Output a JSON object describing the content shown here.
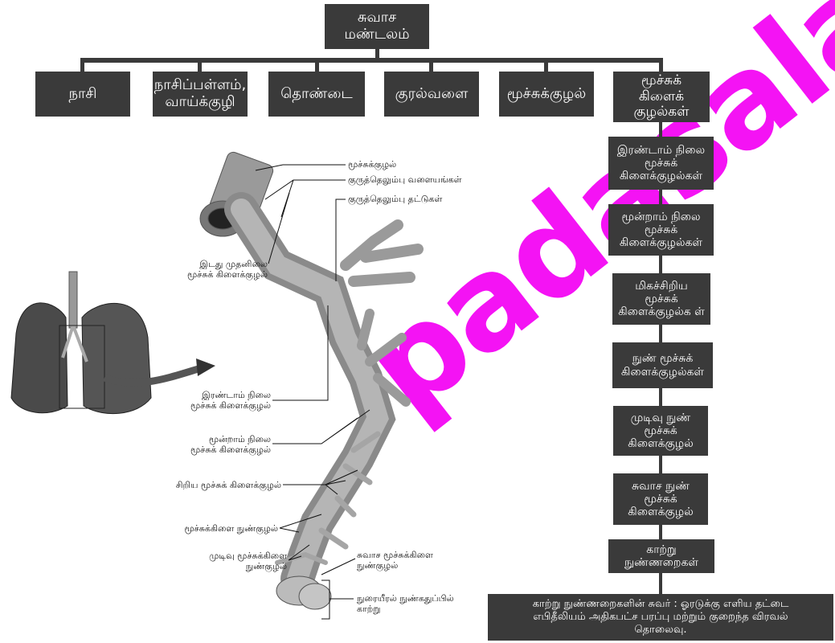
{
  "root": "சுவாச\nமண்டலம்",
  "branches": [
    "நாசி",
    "நாசிப்பள்ளம்,\nவாய்க்குழி",
    "தொண்டை",
    "குரல்வளை",
    "மூச்சுக்குழல்",
    "மூச்சுக்\nகிளைக்\nகுழல்கள்"
  ],
  "chain": [
    "இரண்டாம் நிலை\nமூச்சுக்\nகிளைக்குழல்கள்",
    "மூன்றாம் நிலை\nமூச்சுக்\nகிளைக்குழல்கள்",
    "மிகச்சிறிய\nமூச்சுக்\nகிளைக்குழல்க ள்",
    "நுண் மூச்சுக்\nகிளைக்குழல்கள்",
    "முடிவு நுண்\nமூச்சுக்\nகிளைக்குழல்",
    "சுவாச நுண்\nமூச்சுக்\nகிளைக்குழல்",
    "காற்று\nநுண்ணறைகள்"
  ],
  "summary": "காற்று நுண்ணறைகளின் சுவர் : ஓரடுக்கு எளிய தட்டை\nஎபிதீலியம் அதிகபட்ச பரப்பு மற்றும் குறைந்த விரவல்\nதொலைவு.",
  "labels": {
    "trachea": "மூச்சுக்குழல்",
    "cartilage_rings": "குருத்தெலும்பு வளையங்கள்",
    "cartilage_plates": "குருத்தெலும்பு தட்டுகள்",
    "left_primary": "இடது முதனிலை\nமூச்சுக் கிளைக்குழல்",
    "secondary": "இரண்டாம் நிலை\nமூச்சுக் கிளைக்குழல்",
    "tertiary": "மூன்றாம் நிலை\nமூச்சுக் கிளைக்குழல்",
    "small_bronchi": "சிறிய மூச்சுக் கிளைக்குழல்",
    "bronchiole": "மூச்சுக்கிளை நுண்குழல்",
    "terminal": "முடிவு மூச்சுக்கிளை\nநுண்குழல்",
    "respiratory": "சுவாச மூச்சுக்கிளை\nநுண்குழல்",
    "alveolar_air": "நுரையீரல் நுண்கதுப்பில்\nகாற்று"
  },
  "watermark": "padasalai.net",
  "colors": {
    "box": "#3a3a3a",
    "watermark_pink": "#f400f4",
    "watermark_purple": "#8a2be2"
  }
}
